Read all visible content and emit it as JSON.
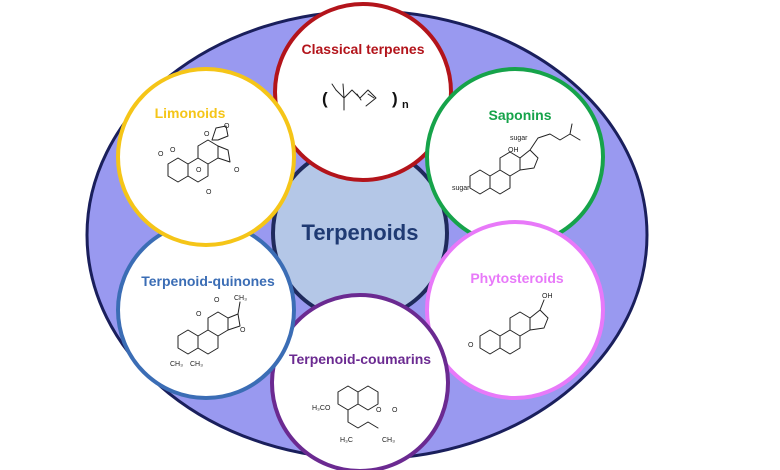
{
  "center": {
    "label": "Terpenoids",
    "text_color": "#1f3a73",
    "fill": "#b4c7e7",
    "stroke": "#1f2a5c"
  },
  "outer": {
    "fill": "#9999f0",
    "stroke": "#1a1f5c"
  },
  "nodes": [
    {
      "key": "classical",
      "label": "Classical terpenes",
      "color": "#b3141b",
      "formula": {
        "open": "(",
        "close": ")",
        "sub": "n"
      }
    },
    {
      "key": "saponins",
      "label": "Saponins",
      "color": "#16a34a",
      "atoms": {
        "sugar_top": "sugar",
        "oh": "OH",
        "sugar_left": "sugar"
      }
    },
    {
      "key": "phytosteroids",
      "label": "Phytosteroids",
      "color": "#e879f9",
      "atoms": {
        "oh": "OH",
        "o": "O"
      }
    },
    {
      "key": "coumarins",
      "label": "Terpenoid-coumarins",
      "color": "#6b2a91",
      "atoms": {
        "h3co": "H₃CO",
        "o1": "O",
        "o2": "O",
        "h3c": "H₃C",
        "ch3": "CH₃"
      }
    },
    {
      "key": "quinones",
      "label": "Terpenoid-quinones",
      "color": "#3b6db5",
      "atoms": {
        "o1": "O",
        "o2": "O",
        "ch3": "CH₃",
        "o3": "O",
        "ch3a": "CH₃",
        "ch3b": "CH₃"
      }
    },
    {
      "key": "limonoids",
      "label": "Limonoids",
      "color": "#f5c518",
      "atoms": {
        "o1": "O",
        "o2": "O",
        "o3": "O",
        "o4": "O",
        "o5": "O",
        "o6": "O",
        "o7": "O"
      }
    }
  ]
}
